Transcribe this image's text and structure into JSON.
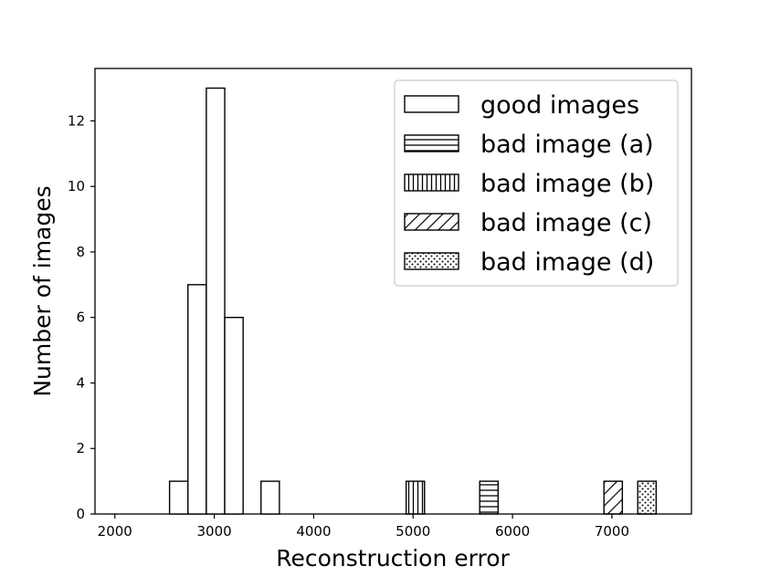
{
  "chart_data": {
    "type": "bar",
    "title": "",
    "xlabel": "Reconstruction error",
    "ylabel": "Number of images",
    "xlim": [
      1800,
      7800
    ],
    "ylim": [
      0,
      13.6
    ],
    "xticks": [
      2000,
      3000,
      4000,
      5000,
      6000,
      7000
    ],
    "yticks": [
      0,
      2,
      4,
      6,
      8,
      10,
      12
    ],
    "grid": false,
    "legend_position": "top-right",
    "series": [
      {
        "name": "good images",
        "pattern": "none",
        "bins": [
          {
            "x0": 2550,
            "x1": 2735,
            "count": 1
          },
          {
            "x0": 2735,
            "x1": 2920,
            "count": 7
          },
          {
            "x0": 2920,
            "x1": 3105,
            "count": 13
          },
          {
            "x0": 3105,
            "x1": 3290,
            "count": 6
          },
          {
            "x0": 3470,
            "x1": 3655,
            "count": 1
          }
        ]
      },
      {
        "name": "bad image (a)",
        "pattern": "horizontal",
        "bins": [
          {
            "x0": 5670,
            "x1": 5855,
            "count": 1
          }
        ]
      },
      {
        "name": "bad image (b)",
        "pattern": "vertical",
        "bins": [
          {
            "x0": 4930,
            "x1": 5115,
            "count": 1
          }
        ]
      },
      {
        "name": "bad image (c)",
        "pattern": "diagonal",
        "bins": [
          {
            "x0": 6920,
            "x1": 7105,
            "count": 1
          }
        ]
      },
      {
        "name": "bad image (d)",
        "pattern": "dots",
        "bins": [
          {
            "x0": 7260,
            "x1": 7445,
            "count": 1
          }
        ]
      }
    ]
  }
}
